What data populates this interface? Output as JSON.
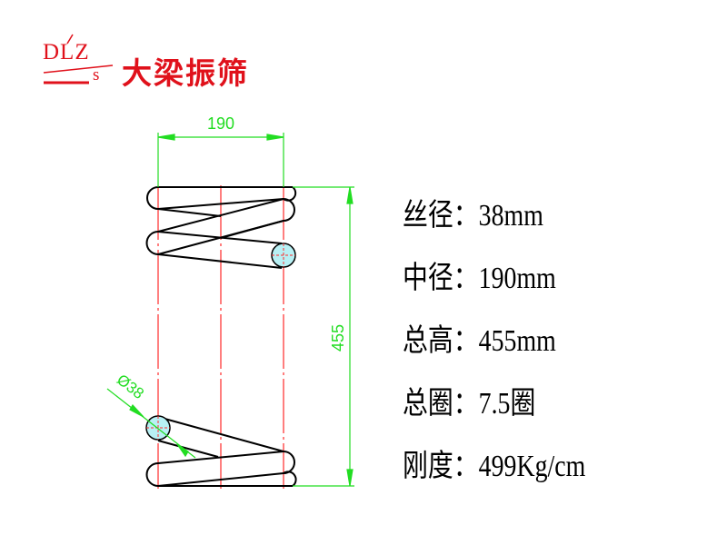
{
  "logo": {
    "mark_text": "DLZ",
    "mark_sub": "s",
    "company_name": "大梁振筛",
    "brand_color": "#e0111b"
  },
  "drawing": {
    "title": "Coil spring technical drawing",
    "dimension_color": "#22dd22",
    "centerline_color": "#ff2a2a",
    "section_fill": "#b8f0f4",
    "dimensions": {
      "width_label": "190",
      "height_label": "455",
      "wire_label": "Ø38"
    }
  },
  "specs": [
    {
      "label": "丝径",
      "sep": "：",
      "value": "38mm"
    },
    {
      "label": "中径",
      "sep": "：",
      "value": "190mm"
    },
    {
      "label": "总高",
      "sep": "：",
      "value": "455mm"
    },
    {
      "label": "总圈",
      "sep": "：",
      "value": "7.5圈"
    },
    {
      "label": "刚度",
      "sep": "：",
      "value": "499Kg/cm"
    }
  ]
}
